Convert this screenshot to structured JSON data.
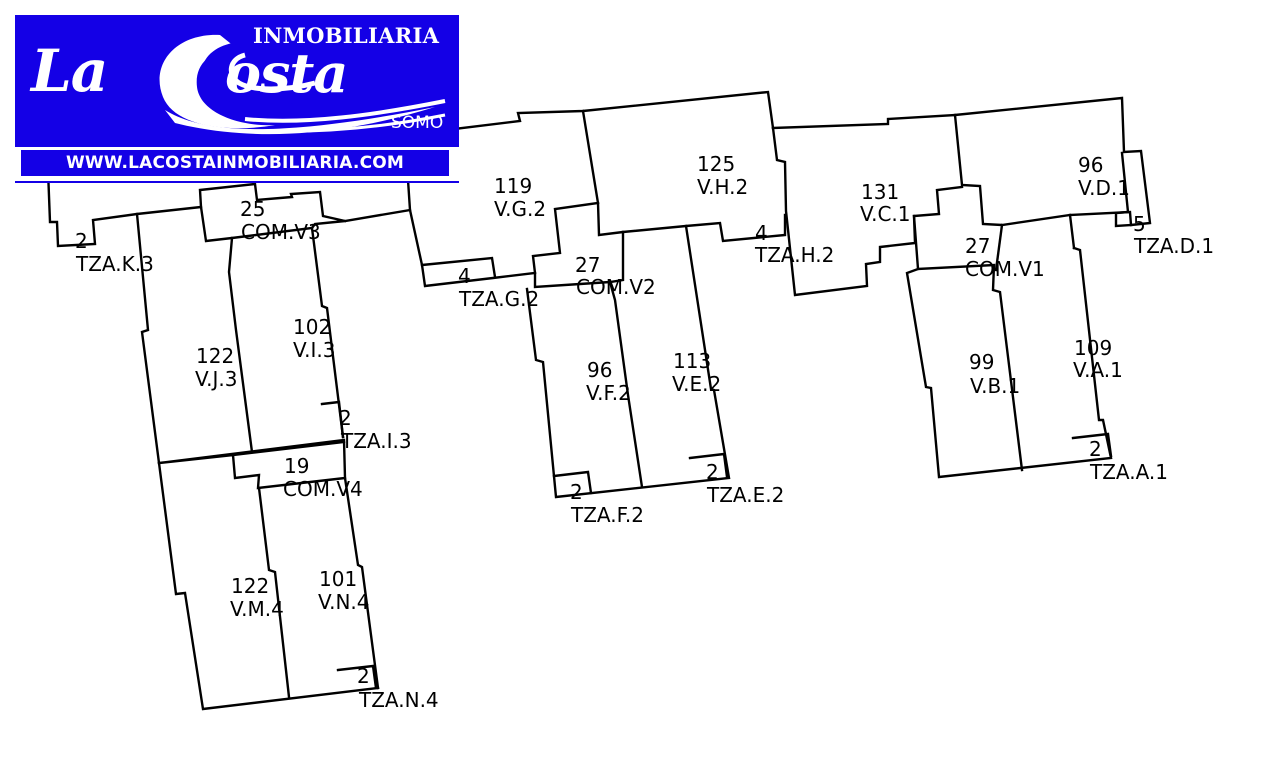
{
  "logo": {
    "line_top": "INMOBILIARIA",
    "word_la": "La",
    "word_costa_rest": "osta",
    "somo": "SOMO",
    "url": "WWW.LACOSTAINMOBILIARIA.COM"
  },
  "units": [
    {
      "id": "tza-k3",
      "area": "2",
      "code": "TZA.K.3"
    },
    {
      "id": "com-v3",
      "area": "25",
      "code": "COM.V3"
    },
    {
      "id": "v-g2",
      "area": "119",
      "code": "V.G.2"
    },
    {
      "id": "tza-g2",
      "area": "4",
      "code": "TZA.G.2"
    },
    {
      "id": "v-h2",
      "area": "125",
      "code": "V.H.2"
    },
    {
      "id": "tza-h2",
      "area": "4",
      "code": "TZA.H.2"
    },
    {
      "id": "v-c1",
      "area": "131",
      "code": "V.C.1"
    },
    {
      "id": "v-d1",
      "area": "96",
      "code": "V.D.1"
    },
    {
      "id": "tza-d1",
      "area": "5",
      "code": "TZA.D.1"
    },
    {
      "id": "com-v1",
      "area": "27",
      "code": "COM.V1"
    },
    {
      "id": "com-v2",
      "area": "27",
      "code": "COM.V2"
    },
    {
      "id": "v-i3",
      "area": "102",
      "code": "V.I.3"
    },
    {
      "id": "v-j3",
      "area": "122",
      "code": "V.J.3"
    },
    {
      "id": "tza-i3",
      "area": "2",
      "code": "TZA.I.3"
    },
    {
      "id": "com-v4",
      "area": "19",
      "code": "COM.V4"
    },
    {
      "id": "v-f2",
      "area": "96",
      "code": "V.F.2"
    },
    {
      "id": "v-e2",
      "area": "113",
      "code": "V.E.2"
    },
    {
      "id": "tza-f2",
      "area": "2",
      "code": "TZA.F.2"
    },
    {
      "id": "tza-e2",
      "area": "2",
      "code": "TZA.E.2"
    },
    {
      "id": "v-b1",
      "area": "99",
      "code": "V.B.1"
    },
    {
      "id": "v-a1",
      "area": "109",
      "code": "V.A.1"
    },
    {
      "id": "tza-a1",
      "area": "2",
      "code": "TZA.A.1"
    },
    {
      "id": "v-m4",
      "area": "122",
      "code": "V.M.4"
    },
    {
      "id": "v-n4",
      "area": "101",
      "code": "V.N.4"
    },
    {
      "id": "tza-n4",
      "area": "2",
      "code": "TZA.N.4"
    }
  ]
}
